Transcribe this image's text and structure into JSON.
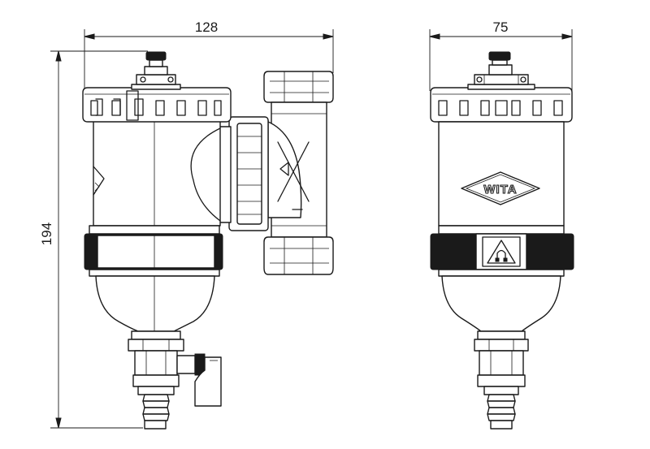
{
  "dimensions": {
    "side_width": "128",
    "front_width": "75",
    "height": "194"
  },
  "logo": {
    "text": "WITA"
  },
  "colors": {
    "line": "#1a1a1a",
    "background": "#ffffff"
  }
}
